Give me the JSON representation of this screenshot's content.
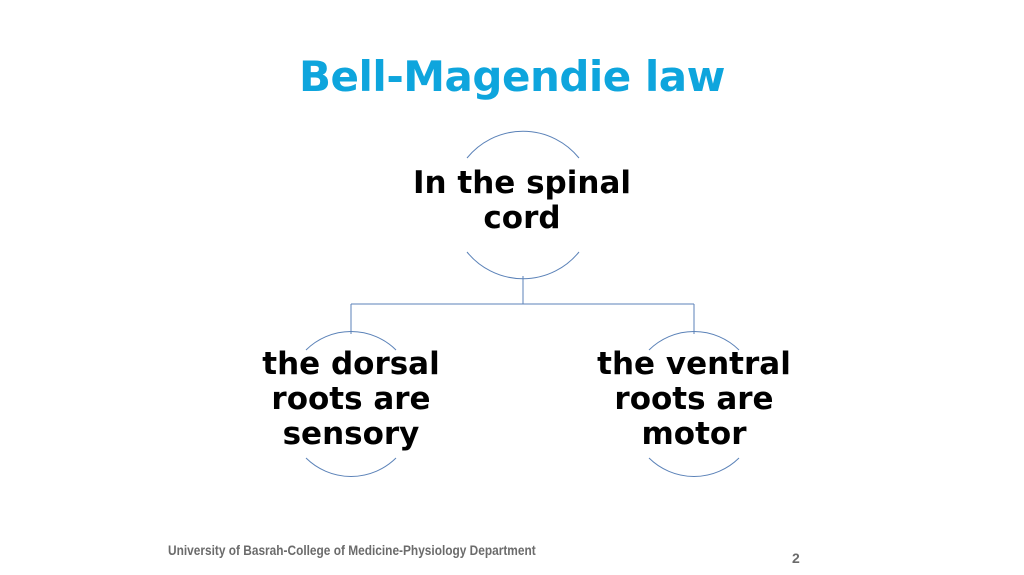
{
  "slide": {
    "title": "Bell-Magendie law",
    "diagram": {
      "root": {
        "label": "In the spinal cord"
      },
      "children": [
        {
          "label": "the dorsal roots are sensory"
        },
        {
          "label": "the ventral roots are motor"
        }
      ]
    },
    "footer": "University of Basrah-College of Medicine-Physiology Department",
    "page_number": "2"
  },
  "colors": {
    "title": "#0ea5dd",
    "connector": "#5b82b8",
    "text": "#000000",
    "footer": "#6b6b6b"
  }
}
